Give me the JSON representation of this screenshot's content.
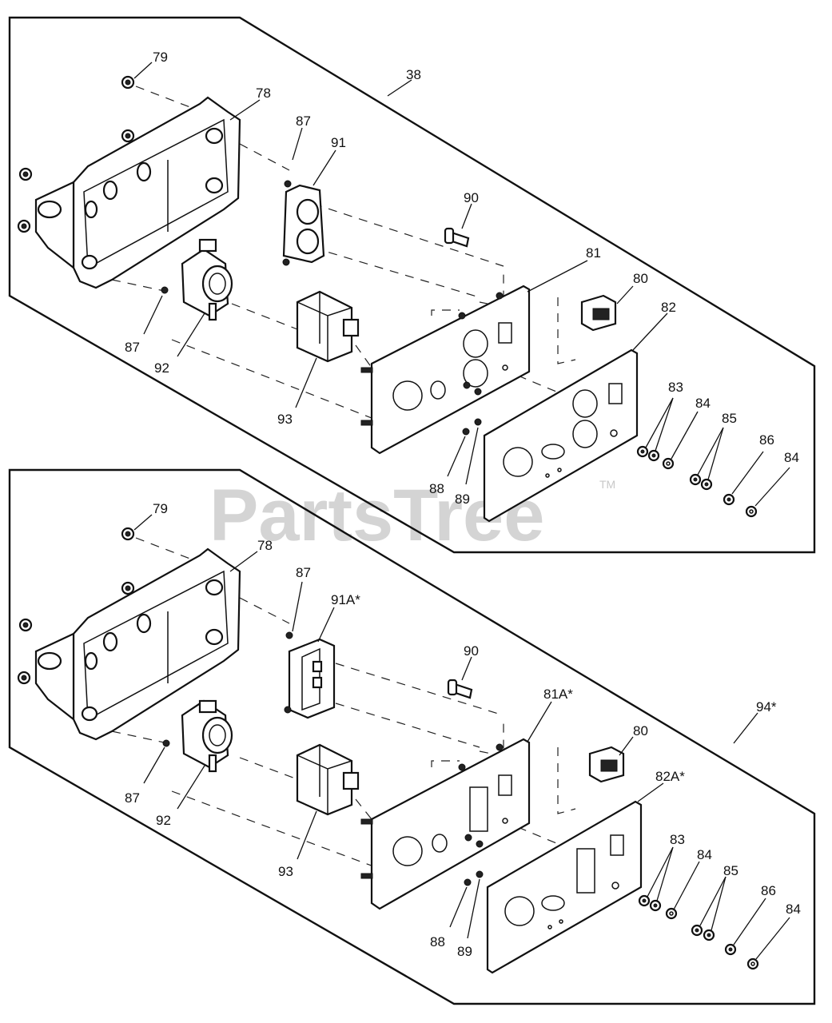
{
  "watermark": {
    "text": "PartsTree",
    "tm": "TM"
  },
  "top_panel": {
    "callouts": {
      "c38": "38",
      "c79": "79",
      "c78": "78",
      "c87a": "87",
      "c91": "91",
      "c90": "90",
      "c81": "81",
      "c80": "80",
      "c82": "82",
      "c87b": "87",
      "c92": "92",
      "c93": "93",
      "c83": "83",
      "c84a": "84",
      "c85": "85",
      "c86": "86",
      "c84b": "84",
      "c88": "88",
      "c89": "89"
    }
  },
  "bottom_panel": {
    "callouts": {
      "c79": "79",
      "c78": "78",
      "c87a": "87",
      "c91": "91A*",
      "c90": "90",
      "c81": "81A*",
      "c94": "94*",
      "c80": "80",
      "c82": "82A*",
      "c87b": "87",
      "c92": "92",
      "c93": "93",
      "c83": "83",
      "c84a": "84",
      "c85": "85",
      "c86": "86",
      "c84b": "84",
      "c88": "88",
      "c89": "89"
    }
  }
}
